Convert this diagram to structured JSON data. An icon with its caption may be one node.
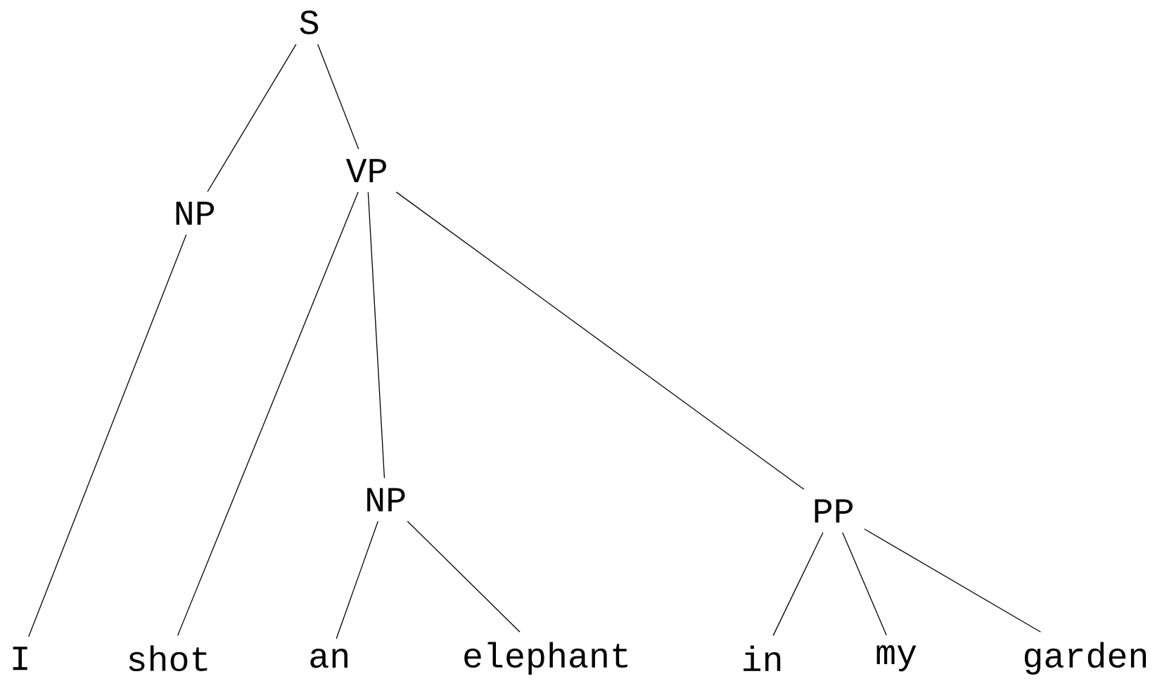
{
  "diagram": {
    "nodes": [
      {
        "text": [
          "S"
        ]
      },
      {
        "text": [
          "NP"
        ]
      },
      {
        "text": [
          "VP"
        ]
      },
      {
        "text": [
          "NP"
        ]
      },
      {
        "text": [
          "PP"
        ]
      },
      {
        "text": [
          "I"
        ]
      },
      {
        "text": [
          "shot"
        ]
      },
      {
        "text": [
          "an"
        ]
      },
      {
        "text": [
          "elephant"
        ]
      },
      {
        "text": [
          "in"
        ]
      },
      {
        "text": [
          "my"
        ]
      },
      {
        "text": [
          "garden"
        ]
      }
    ],
    "edges": [
      {
        "from": 0,
        "to": 1,
        "arrow": "none"
      },
      {
        "from": 0,
        "to": 2,
        "arrow": "none"
      },
      {
        "from": 1,
        "to": 5,
        "arrow": "none"
      },
      {
        "from": 2,
        "to": 6,
        "arrow": "none"
      },
      {
        "from": 2,
        "to": 3,
        "arrow": "none"
      },
      {
        "from": 2,
        "to": 4,
        "arrow": "none"
      },
      {
        "from": 3,
        "to": 7,
        "arrow": "none"
      },
      {
        "from": 3,
        "to": 8,
        "arrow": "none"
      },
      {
        "from": 4,
        "to": 9,
        "arrow": "none"
      },
      {
        "from": 4,
        "to": 10,
        "arrow": "none"
      },
      {
        "from": 4,
        "to": 11,
        "arrow": "none"
      }
    ]
  }
}
